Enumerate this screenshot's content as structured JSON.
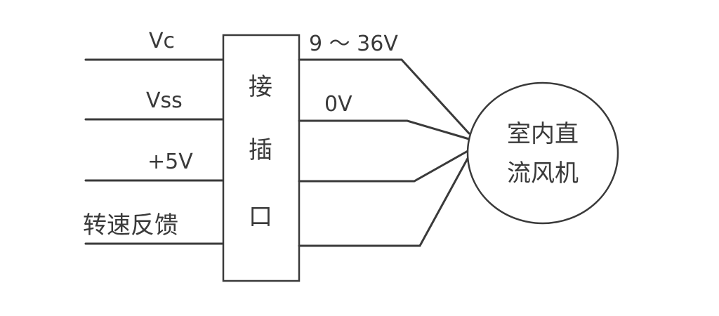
{
  "signals": {
    "vc": "Vc",
    "vss": "Vss",
    "plus5v": "+5V",
    "speed_feedback": "转速反馈"
  },
  "voltages": {
    "supply": "9 ～ 36V",
    "ground": "0V"
  },
  "connector": {
    "char1": "接",
    "char2": "插",
    "char3": "口"
  },
  "motor": {
    "line1": "室内直",
    "line2": "流风机"
  }
}
